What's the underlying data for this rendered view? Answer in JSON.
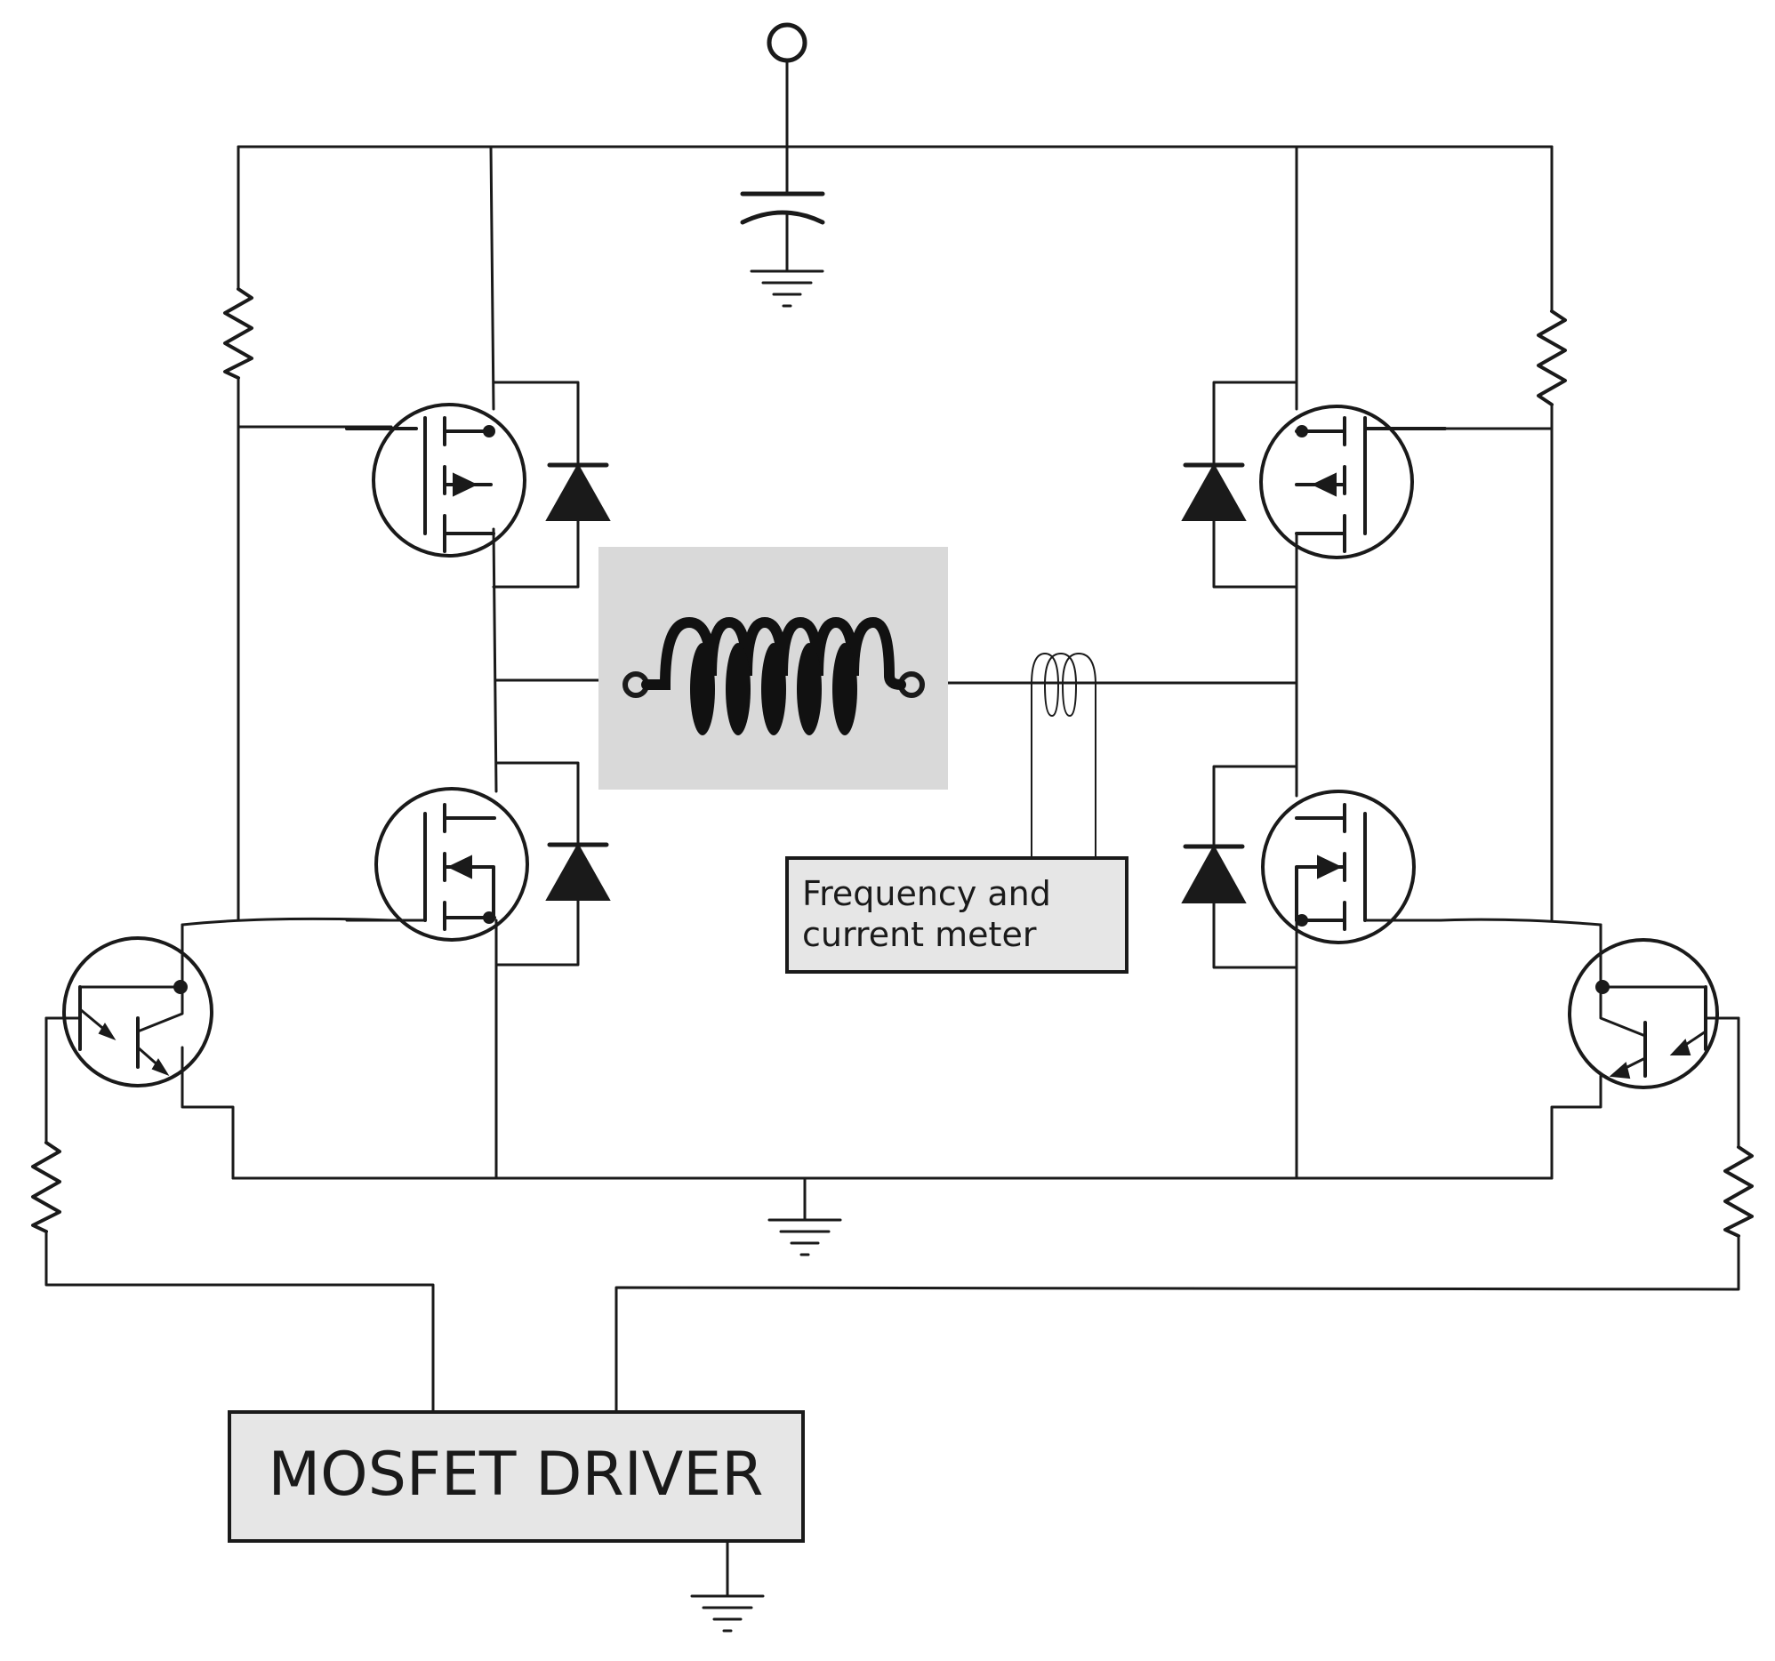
{
  "labels": {
    "meter_line1": "Frequency and",
    "meter_line2": "current meter",
    "driver": "MOSFET DRIVER"
  },
  "colors": {
    "wire": "#1a1a1a",
    "box_fill": "#e6e6e6",
    "coil_background": "#d9d9d9"
  },
  "components": {
    "mosfets": [
      "mosfet-top-left",
      "mosfet-bottom-left",
      "mosfet-top-right",
      "mosfet-bottom-right"
    ],
    "diodes": [
      "diode-top-left",
      "diode-bottom-left",
      "diode-top-right",
      "diode-bottom-right"
    ],
    "resistors": [
      "resistor-gate-top-left",
      "resistor-gate-top-right",
      "resistor-base-left",
      "resistor-base-right"
    ],
    "transistors": [
      "darlington-left",
      "darlington-right"
    ],
    "grounds": [
      "ground-capacitor",
      "ground-bridge",
      "ground-driver"
    ]
  }
}
